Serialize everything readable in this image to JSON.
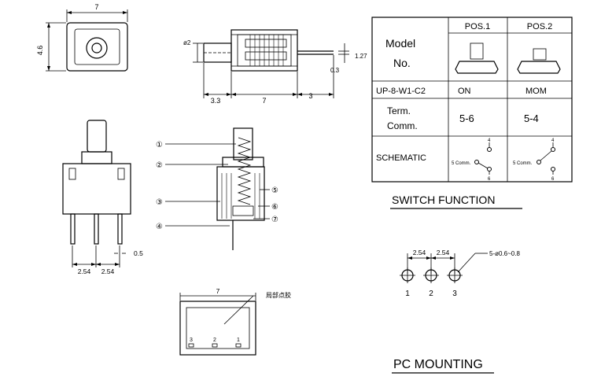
{
  "dims": {
    "top_width": "7",
    "top_height": "4.6",
    "side_diameter": "ø2",
    "side_pin_offset": "1.27",
    "side_pin_thick": "0.3",
    "side_left": "3.3",
    "side_mid": "7",
    "side_right": "3",
    "front_pitch_1": "2.54",
    "front_pitch_2": "2.54",
    "front_pin_w": "0.5",
    "bottom_width": "7",
    "bottom_note": "局部点胶",
    "bottom_pins": [
      "3",
      "2",
      "1"
    ]
  },
  "callouts": [
    "①",
    "②",
    "③",
    "④",
    "⑤",
    "⑥",
    "⑦"
  ],
  "table": {
    "model_label_1": "Model",
    "model_label_2": "No.",
    "pos1": "POS.1",
    "pos2": "POS.2",
    "model_no": "UP-8-W1-C2",
    "state1": "ON",
    "state2": "MOM",
    "term_label_1": "Term.",
    "term_label_2": "Comm.",
    "term1": "5-6",
    "term2": "5-4",
    "schematic_label": "SCHEMATIC",
    "sch_comm": "5 Comm.",
    "sch_top": "4",
    "sch_bot": "6"
  },
  "switch_function_title": "SWITCH FUNCTION",
  "pc": {
    "pitch_1": "2.54",
    "pitch_2": "2.54",
    "hole_note": "5-ø0.6~0.8",
    "pins": [
      "1",
      "2",
      "3"
    ],
    "title": "PC MOUNTING"
  }
}
